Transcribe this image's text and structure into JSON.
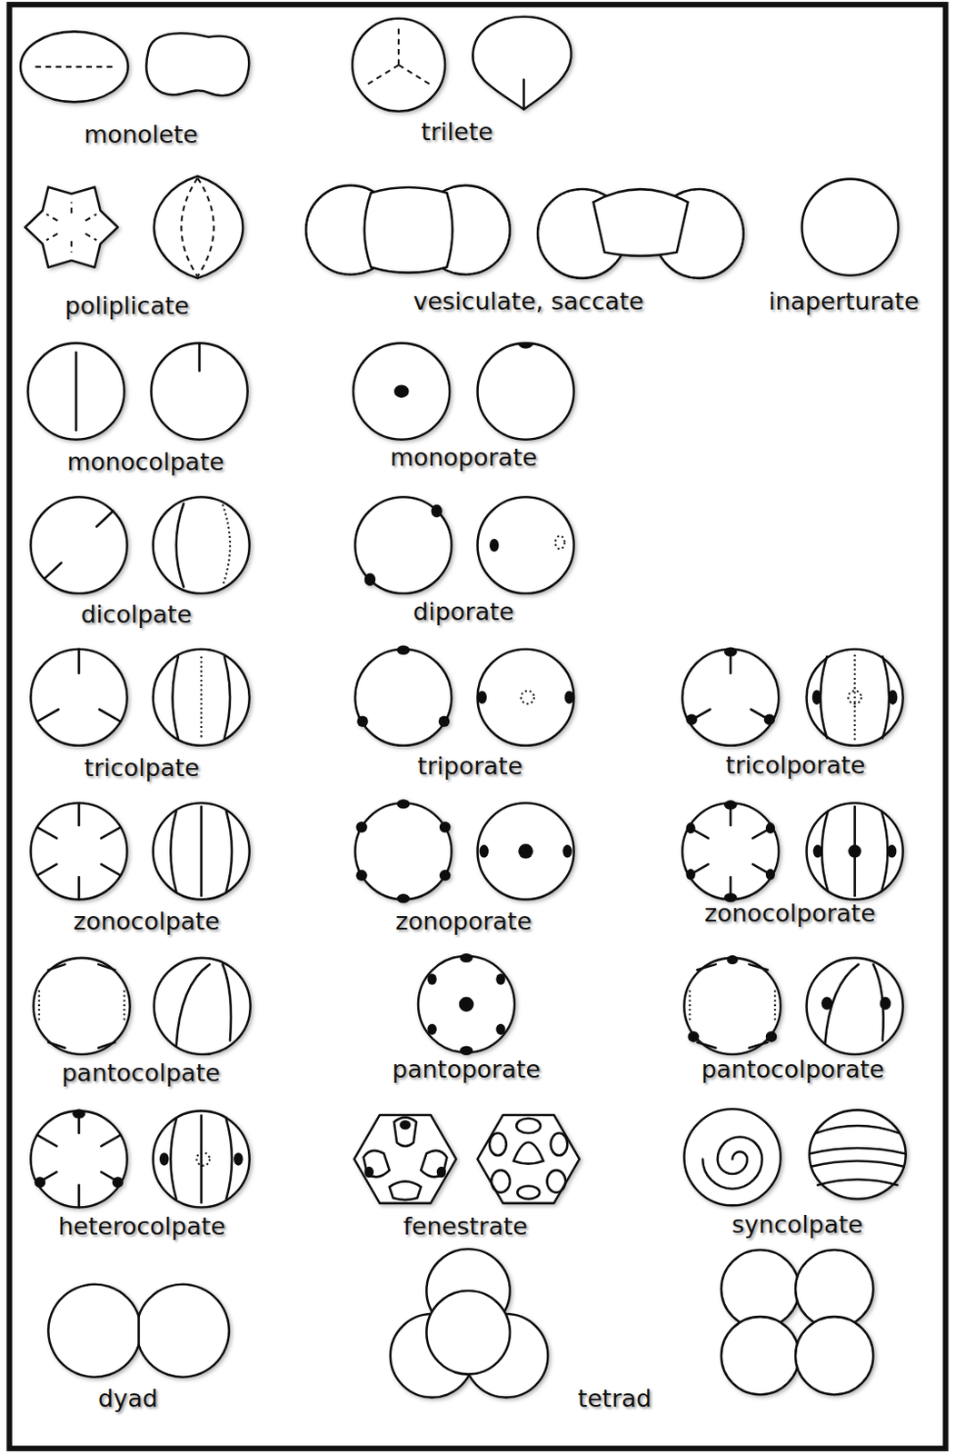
{
  "diagram": {
    "labels": [
      "monolete",
      "trilete",
      "poliplicate",
      "vesiculate, saccate",
      "inaperturate",
      "monocolpate",
      "monoporate",
      "dicolpate",
      "diporate",
      "tricolpate",
      "triporate",
      "tricolporate",
      "zonocolpate",
      "zonoporate",
      "zonocolporate",
      "pantocolpate",
      "pantoporate",
      "pantocolporate",
      "heterocolpate",
      "fenestrate",
      "syncolpate",
      "dyad",
      "tetrad"
    ]
  }
}
